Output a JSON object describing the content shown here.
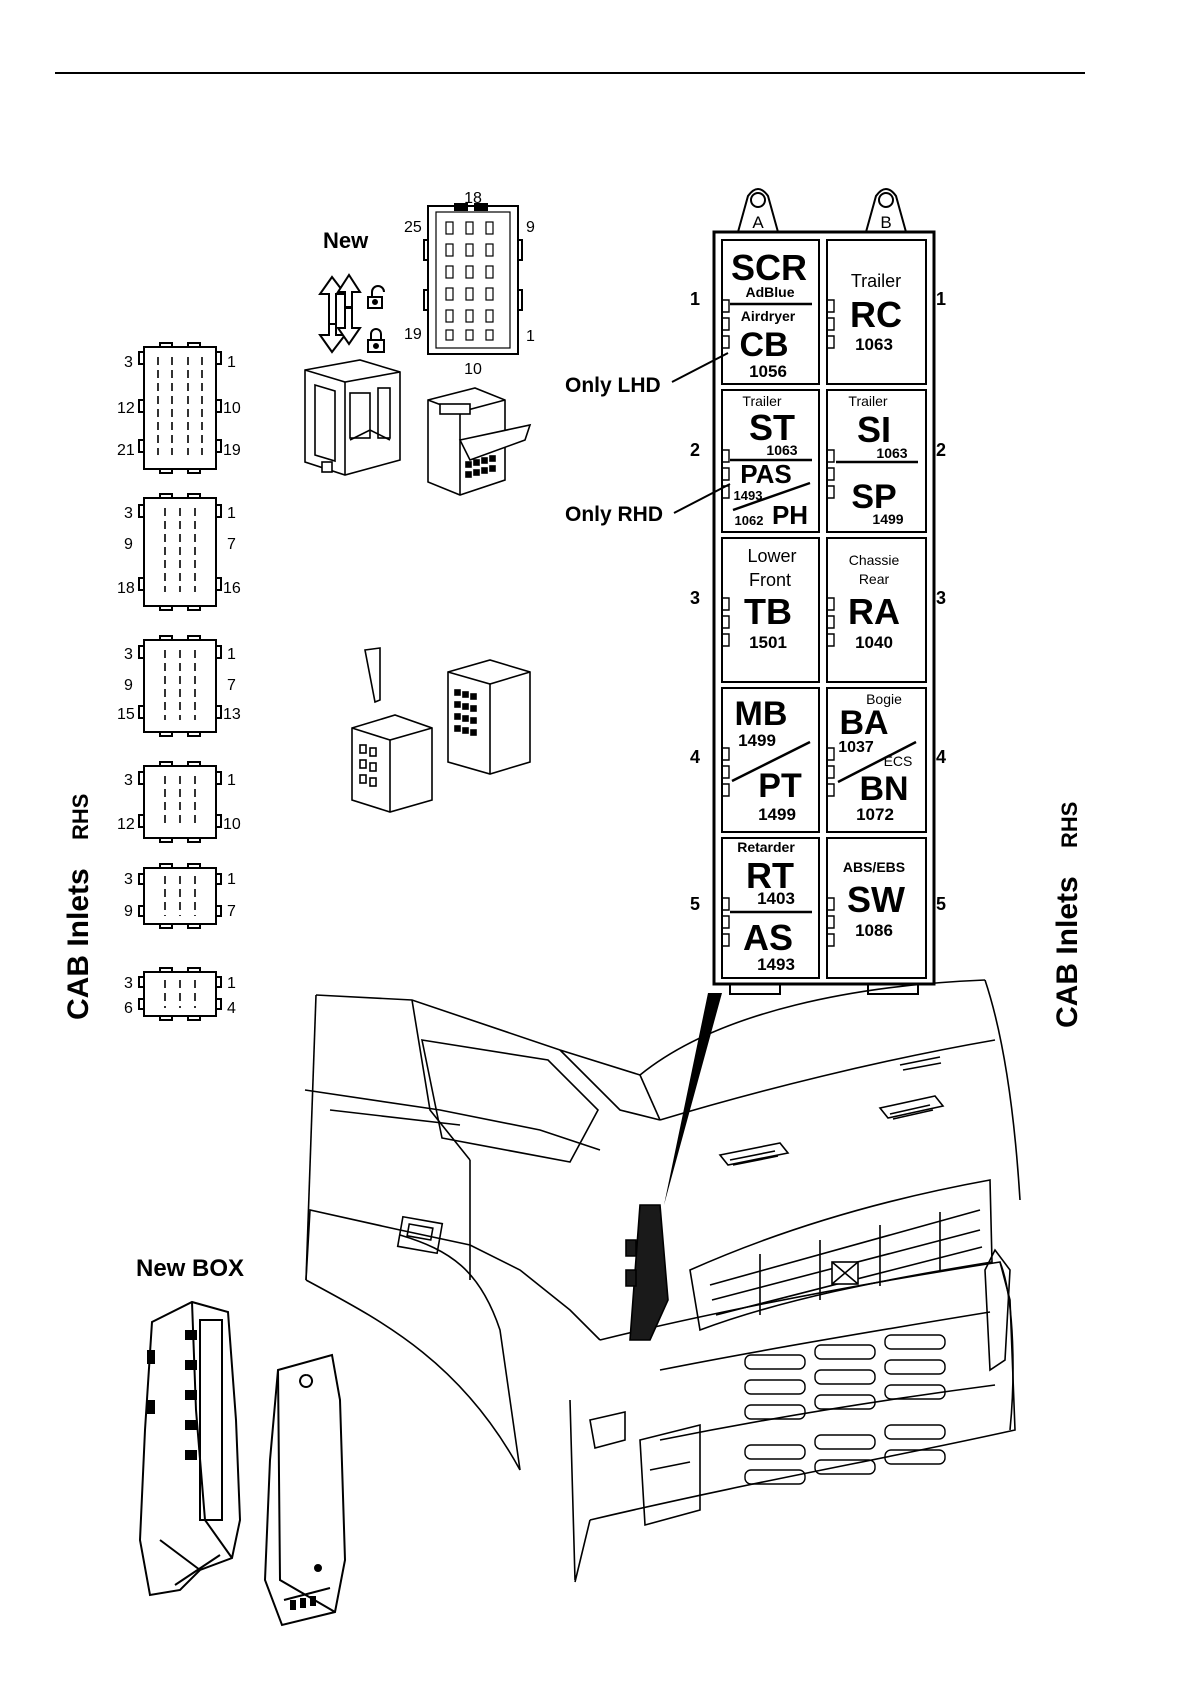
{
  "labels": {
    "new": "New",
    "new_box": "New BOX",
    "only_lhd": "Only LHD",
    "only_rhd": "Only RHD",
    "cab_inlets": "CAB Inlets",
    "rhs": "RHS"
  },
  "top_connector": {
    "pins": [
      "18",
      "25",
      "9",
      "19",
      "1",
      "10"
    ]
  },
  "side_connectors": [
    {
      "tl": "3",
      "tr": "1",
      "ml": "12",
      "mr": "10",
      "bl": "21",
      "br": "19"
    },
    {
      "tl": "3",
      "tr": "1",
      "ml": "9",
      "mr": "7",
      "bl": "18",
      "br": "16"
    },
    {
      "tl": "3",
      "tr": "1",
      "ml": "9",
      "mr": "7",
      "bl": "15",
      "br": "13"
    },
    {
      "tl": "3",
      "tr": "1",
      "bl": "12",
      "br": "10"
    },
    {
      "tl": "3",
      "tr": "1",
      "bl": "9",
      "br": "7"
    },
    {
      "tl": "3",
      "tr": "1",
      "bl": "6",
      "br": "4"
    }
  ],
  "fuse_box": {
    "columns": [
      "A",
      "B"
    ],
    "rows": [
      "1",
      "2",
      "3",
      "4",
      "5"
    ],
    "cells": {
      "a1": {
        "big1": "SCR",
        "small1": "AdBlue",
        "small2": "Airdryer",
        "big2": "CB",
        "num": "1056"
      },
      "b1": {
        "top": "Trailer",
        "big": "RC",
        "num": "1063"
      },
      "a2": {
        "top": "Trailer",
        "big1": "ST",
        "num1": "1063",
        "big2": "PAS",
        "num2": "1493",
        "num3": "1062",
        "big3": "PH"
      },
      "b2": {
        "top": "Trailer",
        "big1": "SI",
        "num1": "1063",
        "big2": "SP",
        "num2": "1499"
      },
      "a3": {
        "top1": "Lower",
        "top2": "Front",
        "big": "TB",
        "num": "1501"
      },
      "b3": {
        "top1": "Chassie",
        "top2": "Rear",
        "big": "RA",
        "num": "1040"
      },
      "a4": {
        "big1": "MB",
        "num1": "1499",
        "big2": "PT",
        "num2": "1499"
      },
      "b4": {
        "top": "Bogie",
        "big1": "BA",
        "num1": "1037",
        "small": "ECS",
        "big2": "BN",
        "num2": "1072"
      },
      "a5": {
        "top": "Retarder",
        "big1": "RT",
        "num1": "1403",
        "big2": "AS",
        "num2": "1493"
      },
      "b5": {
        "top": "ABS/EBS",
        "big": "SW",
        "num": "1086"
      }
    }
  }
}
